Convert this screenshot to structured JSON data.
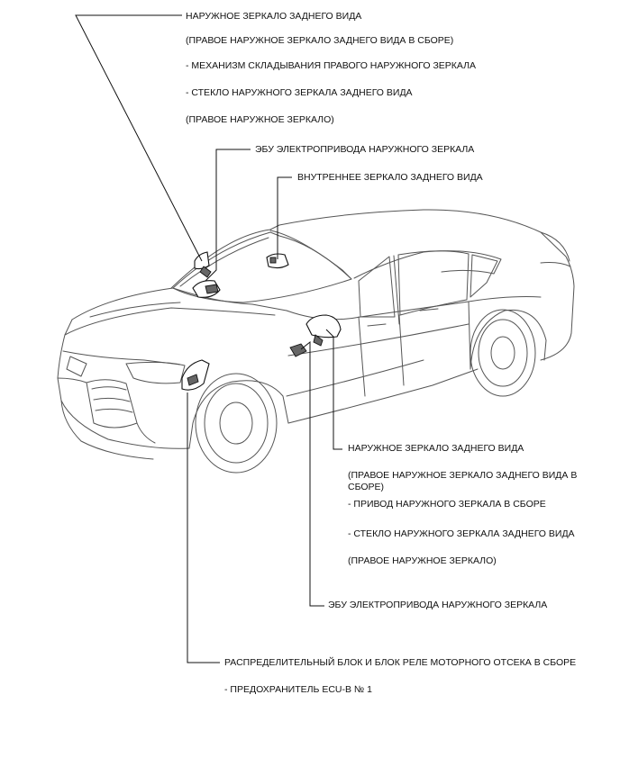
{
  "callouts": {
    "top_mirror": {
      "title": "НАРУЖНОЕ ЗЕРКАЛО ЗАДНЕГО ВИДА",
      "assembly": "(ПРАВОЕ НАРУЖНОЕ ЗЕРКАЛО ЗАДНЕГО ВИДА В СБОРЕ)",
      "item1": "- МЕХАНИЗМ СКЛАДЫВАНИЯ ПРАВОГО НАРУЖНОГО ЗЕРКАЛА",
      "item2": "- СТЕКЛО НАРУЖНОГО ЗЕРКАЛА ЗАДНЕГО ВИДА",
      "note": "(ПРАВОЕ НАРУЖНОЕ ЗЕРКАЛО)"
    },
    "top_ecu": "ЭБУ ЭЛЕКТРОПРИВОДА НАРУЖНОГО ЗЕРКАЛА",
    "inner_mirror": "ВНУТРЕННЕЕ ЗЕРКАЛО ЗАДНЕГО ВИДА",
    "side_mirror": {
      "title": "НАРУЖНОЕ ЗЕРКАЛО ЗАДНЕГО ВИДА",
      "assembly": "(ПРАВОЕ НАРУЖНОЕ ЗЕРКАЛО ЗАДНЕГО ВИДА В СБОРЕ)",
      "item1": "- ПРИВОД НАРУЖНОГО ЗЕРКАЛА В СБОРЕ",
      "item2": "- СТЕКЛО НАРУЖНОГО ЗЕРКАЛА ЗАДНЕГО ВИДА",
      "note": "(ПРАВОЕ НАРУЖНОЕ ЗЕРКАЛО)"
    },
    "side_ecu": "ЭБУ ЭЛЕКТРОПРИВОДА НАРУЖНОГО ЗЕРКАЛА",
    "relay_block": {
      "title": "РАСПРЕДЕЛИТЕЛЬНЫЙ БЛОК И БЛОК РЕЛЕ МОТОРНОГО ОТСЕКА В СБОРЕ",
      "item1": "- ПРЕДОХРАНИТЕЛЬ ECU-B № 1"
    }
  }
}
